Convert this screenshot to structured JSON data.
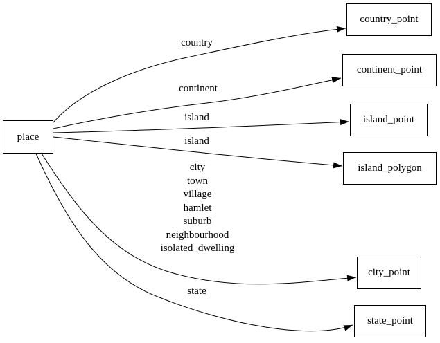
{
  "diagram": {
    "type": "directed-graph",
    "colors": {
      "background": "#ffffff",
      "stroke": "#000000",
      "node_fill": "#ffffff",
      "text": "#000000"
    },
    "nodes": [
      {
        "id": "place",
        "label": "place"
      },
      {
        "id": "country_point",
        "label": "country_point"
      },
      {
        "id": "continent_point",
        "label": "continent_point"
      },
      {
        "id": "island_point",
        "label": "island_point"
      },
      {
        "id": "island_polygon",
        "label": "island_polygon"
      },
      {
        "id": "city_point",
        "label": "city_point"
      },
      {
        "id": "state_point",
        "label": "state_point"
      }
    ],
    "edges": [
      {
        "from": "place",
        "to": "country_point",
        "label": "country"
      },
      {
        "from": "place",
        "to": "continent_point",
        "label": "continent"
      },
      {
        "from": "place",
        "to": "island_point",
        "label": "island"
      },
      {
        "from": "place",
        "to": "island_polygon",
        "label": "island"
      },
      {
        "from": "place",
        "to": "city_point",
        "label_lines": [
          "city",
          "town",
          "village",
          "hamlet",
          "suburb",
          "neighbourhood",
          "isolated_dwelling"
        ]
      },
      {
        "from": "place",
        "to": "state_point",
        "label": "state"
      }
    ]
  }
}
